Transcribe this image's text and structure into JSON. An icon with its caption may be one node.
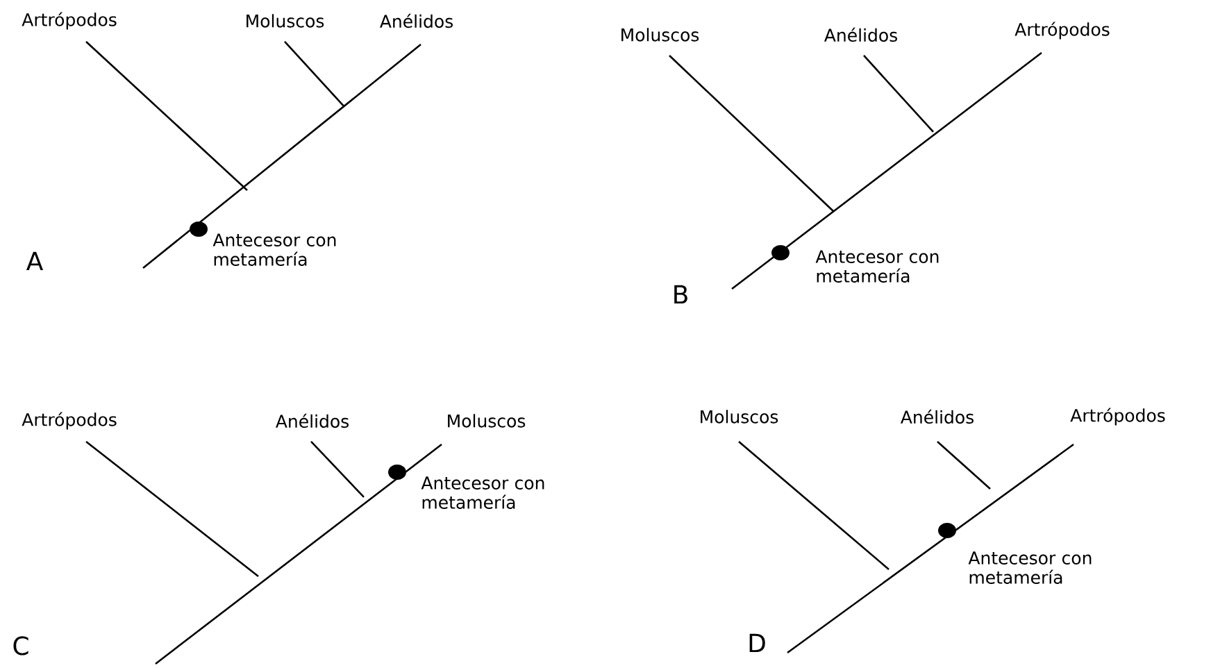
{
  "diagram": {
    "nodes": [
      {
        "text": [],
        "shape": "circle",
        "beside": [
          "Antecesor con metamería"
        ]
      },
      {
        "text": [],
        "shape": "circle",
        "beside": [
          "Antecesor con metamería"
        ]
      },
      {
        "text": [],
        "shape": "circle",
        "beside": [
          "Antecesor con metamería"
        ]
      },
      {
        "text": [],
        "shape": "circle",
        "beside": [
          "Antecesor con metamería"
        ]
      }
    ],
    "labels": [
      "Artrópodos",
      "Moluscos",
      "Anélidos",
      "Moluscos",
      "Anélidos",
      "Artrópodos",
      "A",
      "B",
      "Artrópodos",
      "Anélidos",
      "Moluscos",
      "Moluscos",
      "Anélidos",
      "Artrópodos",
      "C",
      "D"
    ]
  }
}
